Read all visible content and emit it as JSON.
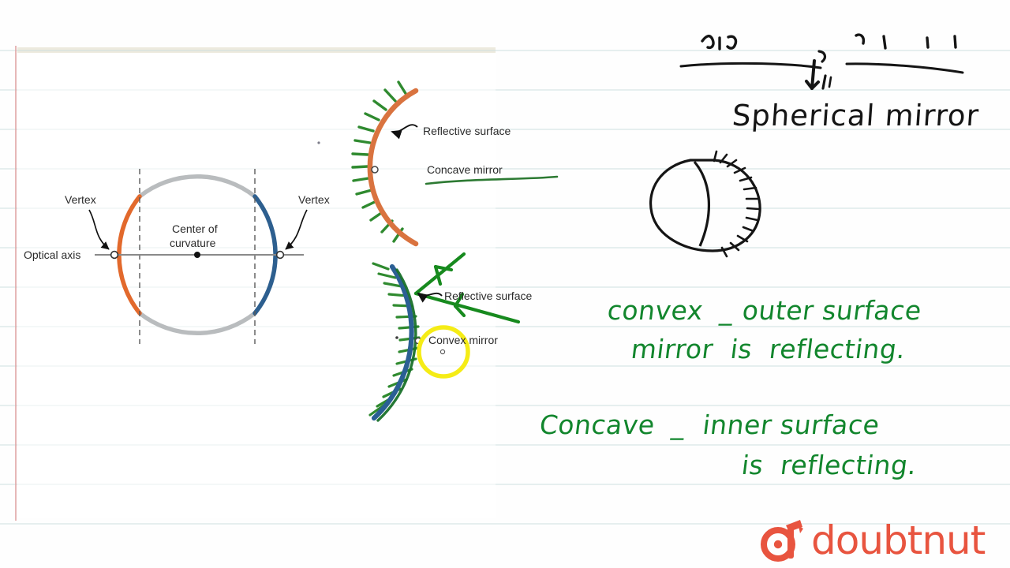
{
  "page": {
    "background_color": "#fefefe",
    "ruled_line_color": "#cfe0e0",
    "margin_line_color": "#e0a5a5",
    "highlight_band_color": "#edeade"
  },
  "diagram_sphere": {
    "labels": {
      "vertex_left": "Vertex",
      "vertex_right": "Vertex",
      "optical_axis": "Optical axis",
      "center_of_curvature_line1": "Center of",
      "center_of_curvature_line2": "curvature"
    },
    "colors": {
      "left_arc": "#e2692c",
      "right_arc": "#2d5f8f",
      "neutral_arc": "#b9bcbe",
      "axis": "#8a8a8a",
      "dashed": "#5a5a5a"
    }
  },
  "diagram_concave": {
    "labels": {
      "reflective_surface": "Reflective surface",
      "mirror_name": "Concave mirror"
    },
    "colors": {
      "arc": "#d9733f",
      "hatch": "#2f8a2f",
      "underline": "#2d7a33"
    }
  },
  "diagram_convex": {
    "labels": {
      "reflective_surface": "Reflective surface",
      "mirror_name": "Convex mirror"
    },
    "colors": {
      "arc": "#2b5f94",
      "hatch": "#2f8a2f",
      "annotation": "#178a1e",
      "highlight_circle": "#f5ec16"
    }
  },
  "handwriting": {
    "title": "Spherical mirror",
    "convex_note_line1": "convex  _ outer surface",
    "convex_note_line2": "mirror  is  reflecting.",
    "concave_note_line1": "Concave  _  inner surface",
    "concave_note_line2": "is  reflecting.",
    "ink_black": "#151515",
    "ink_green": "#12862d"
  },
  "logo": {
    "word": "doubtnut",
    "color": "#e8543f"
  }
}
